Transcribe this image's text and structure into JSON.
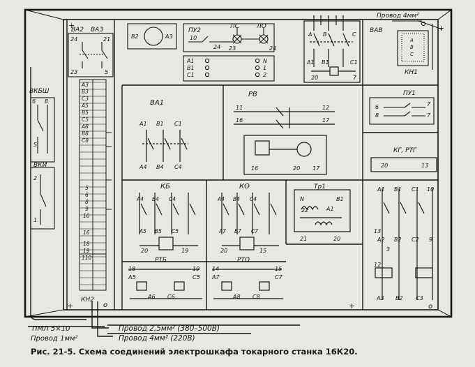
{
  "figure": {
    "caption": "Рис. 21-5. Схема соединений электрошкафа токарного станка 16К20."
  },
  "labels": {
    "va2": "ВА2",
    "va3": "ВА3",
    "t24a": "24",
    "t21a": "21",
    "t23a": "23",
    "t5a": "5",
    "b2": "В2",
    "a3": "А3",
    "pu2": "ПУ2",
    "ls": "ЛС",
    "lo": "ЛО",
    "t10a": "10",
    "t24b": "24",
    "t23b": "23",
    "t24c": "24",
    "pu2_a1": "А1",
    "pu2_b1": "В1",
    "pu2_c1": "С1",
    "pu2_n": "N",
    "pu2_1": "1",
    "pu2_2": "2",
    "vav": "ВАВ",
    "vav_a": "А",
    "vav_b": "В",
    "vav_c": "С",
    "vav_a1": "А1",
    "vav_b1": "В1",
    "vav_c1": "С1",
    "vav_20": "20",
    "vav_7": "7",
    "wire4": "Провод 4мм²",
    "kn1": "КН1",
    "kn1_a": "А",
    "kn1_b": "В",
    "kn1_c": "С",
    "vksh": "ВКБШ",
    "vksh_6": "6",
    "vksh_8": "8",
    "vksh_5": "5",
    "vki": "ВКИ",
    "vki_2": "2",
    "vki_1": "1",
    "kn2": "КН2",
    "kn2_a3": "А3",
    "kn2_b3": "В3",
    "kn2_c3": "С3",
    "kn2_a5": "А5",
    "kn2_b5": "В5",
    "kn2_c5": "С5",
    "kn2_a8": "А8",
    "kn2_b8": "В8",
    "kn2_c8": "С8",
    "kn2_5": "5",
    "kn2_6": "6",
    "kn2_8": "8",
    "kn2_9": "9",
    "kn2_10": "10",
    "kn2_16": "16",
    "kn2_18": "18",
    "kn2_19": "19",
    "kn2_110": "110",
    "va1": "ВА1",
    "va1_a1": "А1",
    "va1_b1": "В1",
    "va1_c1": "С1",
    "va1_a4": "А4",
    "va1_b4": "В4",
    "va1_c4": "С4",
    "rv": "РВ",
    "rv_11": "11",
    "rv_12": "12",
    "rv_16": "16",
    "rv_17": "17",
    "rv_16b": "16",
    "rv_20": "20",
    "rv_17b": "17",
    "pu1": "ПУ1",
    "pu1_6": "6",
    "pu1_7": "7",
    "pu1_8": "8",
    "pu1_7b": "7",
    "kg": "КГ, РТГ",
    "kg_20": "20",
    "kg_13": "13",
    "kg_a1": "А1",
    "kg_b1": "В1",
    "kg_c1": "С1",
    "kg_10": "10",
    "kg_13b": "13",
    "kg_a2": "А2",
    "kg_b2": "В2",
    "kg_c2": "С2",
    "kg_9": "9",
    "kg_3": "3",
    "kg_12": "12",
    "kg_a3": "А3",
    "kg_b2b": "В2",
    "kg_c3": "С3",
    "kb": "КБ",
    "kb_a4": "А4",
    "kb_b4": "В4",
    "kb_c4": "С4",
    "kb_a5": "А5",
    "kb_b5": "В5",
    "kb_c5": "С5",
    "kb_20": "20",
    "kb_19": "19",
    "ko": "КО",
    "ko_a4": "А4",
    "ko_b4": "В4",
    "ko_c4": "С4",
    "ko_a7": "А7",
    "ko_b7": "В7",
    "ko_c7": "С7",
    "ko_20": "20",
    "ko_15": "15",
    "tr1": "Тр1",
    "tr1_n": "N",
    "tr1_b1": "В1",
    "tr1_22": "22",
    "tr1_a1": "А1",
    "tr1_21": "21",
    "tr1_20": "20",
    "rtb": "РТБ",
    "rtb_18": "18",
    "rtb_19": "19",
    "rtb_a5": "А5",
    "rtb_c5": "С5",
    "rtb_a6": "А6",
    "rtb_c6": "С6",
    "rto": "РТО",
    "rto_14": "14",
    "rto_15": "15",
    "rto_a7": "А7",
    "rto_c7": "С7",
    "rto_a8": "А8",
    "rto_c8": "С8",
    "pml": "ПМЛ 5×10",
    "wire1": "Провод 1мм²",
    "wire25": "Провод 2,5мм² (380–500В)",
    "wire4b": "Провод 4мм² (220В)",
    "plus1": "+",
    "plus2": "+",
    "plus3": "+",
    "plus4": "+",
    "o1": "о",
    "o2": "о"
  }
}
